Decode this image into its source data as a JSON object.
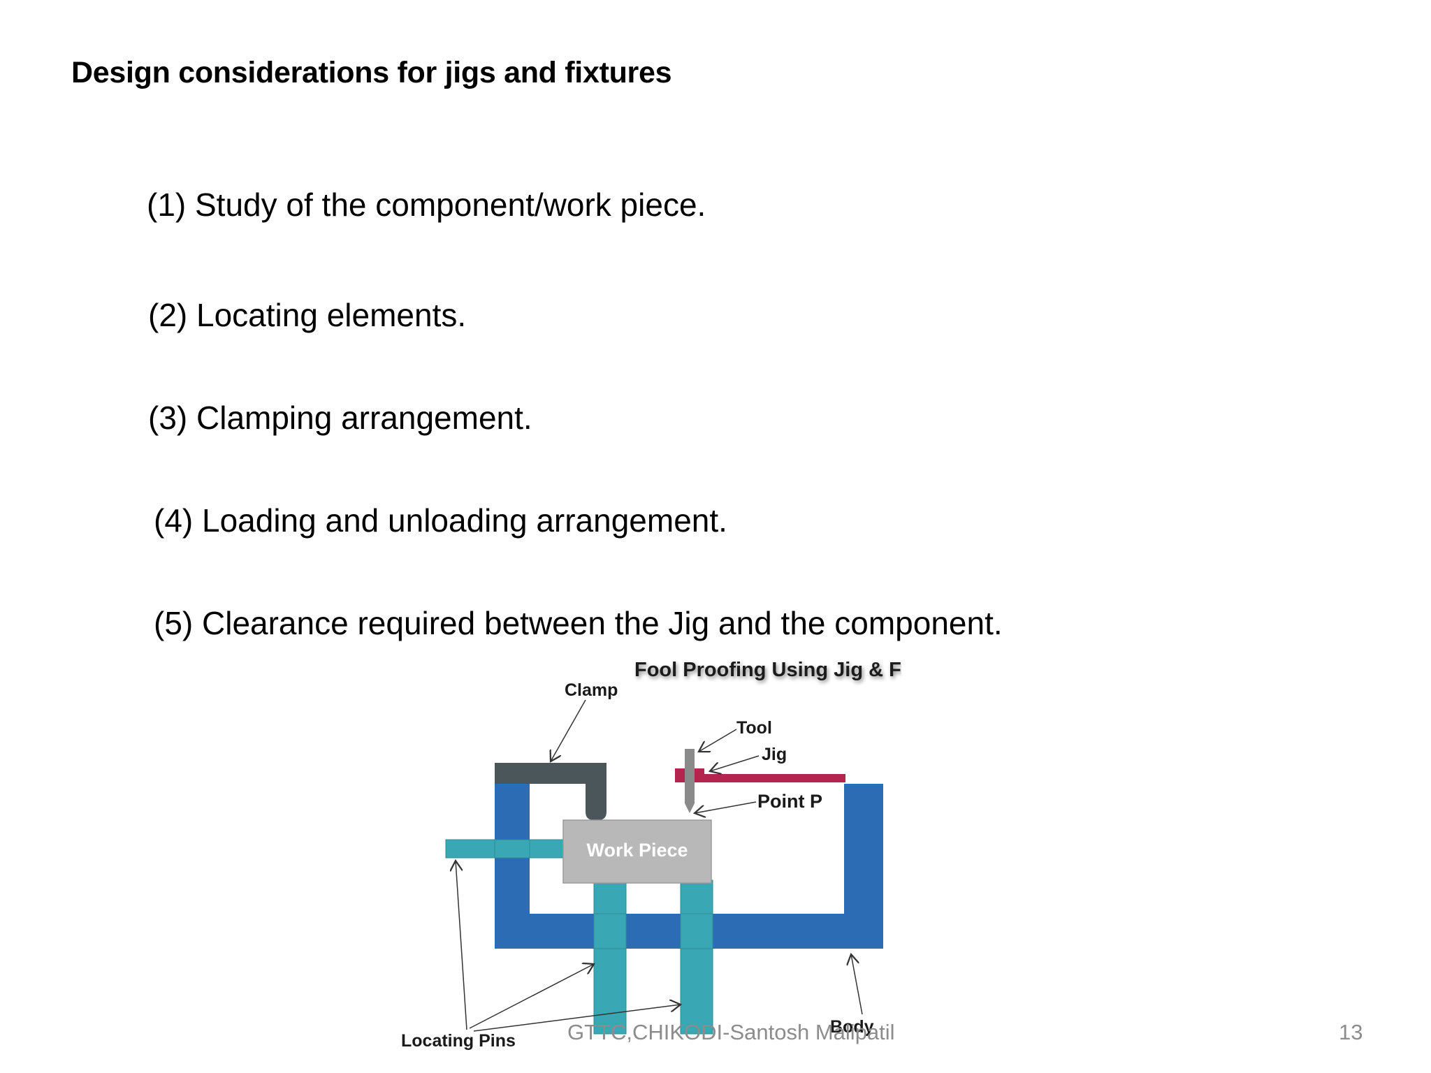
{
  "slide": {
    "title": "Design considerations for jigs and fixtures",
    "points": [
      "(1) Study of the component/work piece.",
      "(2) Locating elements.",
      "(3) Clamping arrangement.",
      "(4) Loading and unloading arrangement.",
      "(5) Clearance required between the Jig and the component."
    ],
    "footer": "GTTC,CHIKODI-Santosh Malipatil",
    "page_number": "13"
  },
  "diagram": {
    "title": "Fool Proofing Using Jig & Fixture",
    "labels": {
      "clamp": "Clamp",
      "tool": "Tool",
      "jig": "Jig",
      "point_p": "Point P",
      "work_piece": "Work Piece",
      "locating_pins": "Locating Pins",
      "body": "Body"
    },
    "colors": {
      "body": "#2b6cb5",
      "pins": "#3aa8b4",
      "clamp": "#4a5659",
      "jig": "#b3244f",
      "tool": "#8a8a8a",
      "work_piece": "#b8b8b8"
    }
  }
}
